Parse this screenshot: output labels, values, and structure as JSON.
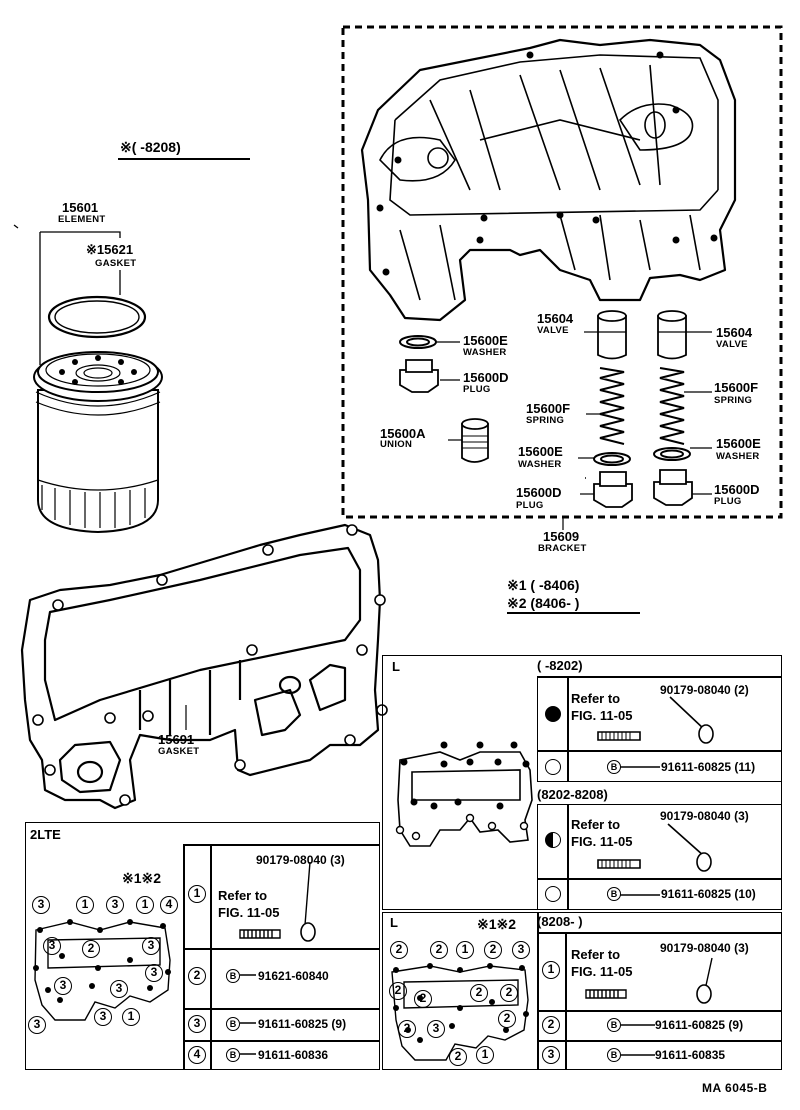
{
  "top_note": "※( -8208)",
  "parts": {
    "p15601": {
      "num": "15601",
      "desc": "ELEMENT"
    },
    "p15621": {
      "num": "※15621",
      "desc": "GASKET"
    },
    "p15604a": {
      "num": "15604",
      "desc": "VALVE"
    },
    "p15604b": {
      "num": "15604",
      "desc": "VALVE"
    },
    "p15600E1": {
      "num": "15600E",
      "desc": "WASHER"
    },
    "p15600D1": {
      "num": "15600D",
      "desc": "PLUG"
    },
    "p15600A": {
      "num": "15600A",
      "desc": "UNION"
    },
    "p15600F1": {
      "num": "15600F",
      "desc": "SPRING"
    },
    "p15600F2": {
      "num": "15600F",
      "desc": "SPRING"
    },
    "p15600E2": {
      "num": "15600E",
      "desc": "WASHER"
    },
    "p15600E3": {
      "num": "15600E",
      "desc": "WASHER"
    },
    "p15600D2": {
      "num": "15600D",
      "desc": "PLUG"
    },
    "p15600D3": {
      "num": "15600D",
      "desc": "PLUG"
    },
    "p15609": {
      "num": "15609",
      "desc": "BRACKET"
    },
    "p15691": {
      "num": "15691",
      "desc": "GASKET"
    }
  },
  "legend": {
    "l1": "※1 (    -8406)",
    "l2": "※2 (8406-     )"
  },
  "panel_l1": {
    "label": "L",
    "range": "(     -8202)",
    "refer1": "Refer to",
    "refer2": "FIG. 11-05",
    "part_a": "90179-08040 (2)",
    "part_b": "91611-60825 (11)",
    "b": "B"
  },
  "panel_l2": {
    "range": "(8202-8208)",
    "refer1": "Refer to",
    "refer2": "FIG. 11-05",
    "part_a": "90179-08040 (3)",
    "part_b": "91611-60825 (10)",
    "b": "B"
  },
  "panel_2lte": {
    "label": "2LTE",
    "marks": "※1※2",
    "refer1": "Refer to",
    "refer2": "FIG. 11-05",
    "part_a": "90179-08040 (3)",
    "row2": "91621-60840",
    "row3": "91611-60825 (9)",
    "row4": "91611-60836",
    "n1": "1",
    "n2": "2",
    "n3": "3",
    "n4": "4",
    "b": "B"
  },
  "panel_l3": {
    "label": "L",
    "marks": "※1※2",
    "range": "(8208-     )",
    "refer1": "Refer to",
    "refer2": "FIG. 11-05",
    "part_a": "90179-08040 (3)",
    "row2": "91611-60825 (9)",
    "row3": "91611-60835",
    "n1": "1",
    "n2": "2",
    "n3": "3",
    "b": "B"
  },
  "footer": "MA 6045-B"
}
